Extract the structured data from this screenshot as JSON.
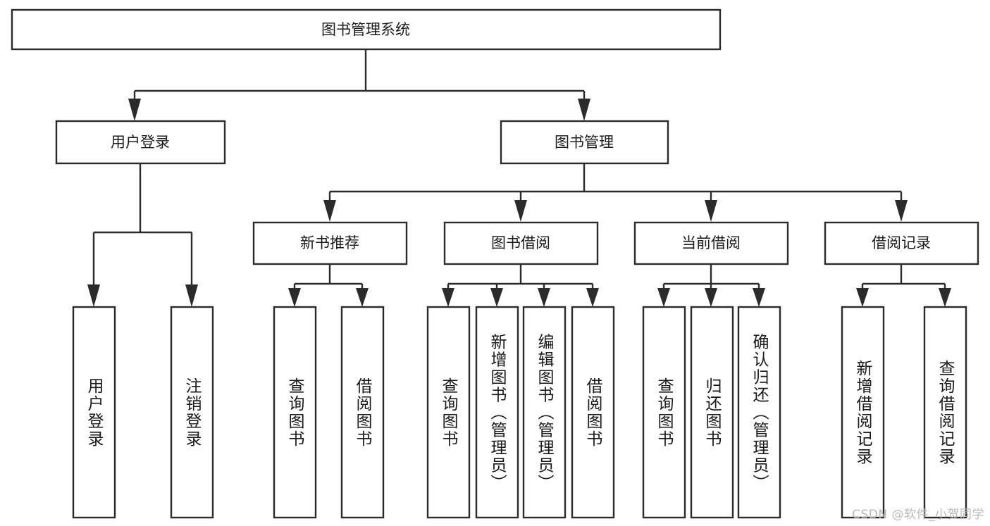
{
  "diagram": {
    "type": "tree",
    "title_node": "图书管理系统",
    "watermark": "CSDN @软件_小贺同学",
    "colors": {
      "stroke": "#2b2b2b",
      "fill": "#ffffff",
      "text": "#1a1a1a",
      "watermark": "#b9b9b9"
    },
    "nodes": {
      "root": {
        "label": "图书管理系统"
      },
      "level1": [
        {
          "label": "用户登录"
        },
        {
          "label": "图书管理"
        }
      ],
      "level2": [
        {
          "label": "新书推荐"
        },
        {
          "label": "图书借阅"
        },
        {
          "label": "当前借阅"
        },
        {
          "label": "借阅记录"
        }
      ],
      "leaves": {
        "user_login": [
          {
            "label": "用户登录"
          },
          {
            "label": "注销登录"
          }
        ],
        "new_book_recommend": [
          {
            "label": "查询图书"
          },
          {
            "label": "借阅图书"
          }
        ],
        "book_borrow": [
          {
            "label": "查询图书"
          },
          {
            "label": "新增图书（管理员）"
          },
          {
            "label": "编辑图书（管理员）"
          },
          {
            "label": "借阅图书"
          }
        ],
        "current_borrow": [
          {
            "label": "查询图书"
          },
          {
            "label": "归还图书"
          },
          {
            "label": "确认归还（管理员）"
          }
        ],
        "borrow_record": [
          {
            "label": "新增借阅记录"
          },
          {
            "label": "查询借阅记录"
          }
        ]
      }
    }
  }
}
